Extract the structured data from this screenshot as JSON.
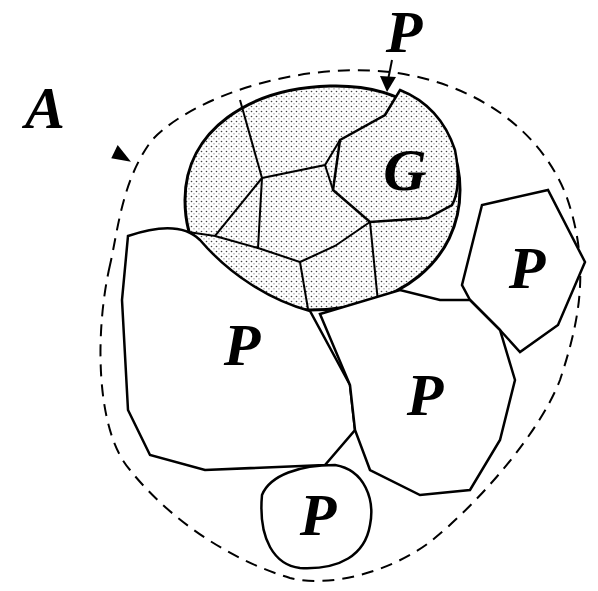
{
  "diagram": {
    "nodes": [
      {
        "text": [
          "A"
        ]
      },
      {
        "text": [
          "G"
        ],
        "in": 0
      },
      {
        "text": [
          "P"
        ],
        "in": 0
      },
      {
        "text": [
          "P"
        ],
        "in": 0
      },
      {
        "text": [
          "P"
        ],
        "in": 0
      },
      {
        "text": [
          "P"
        ],
        "in": 0
      }
    ],
    "labels": [
      "P"
    ]
  }
}
